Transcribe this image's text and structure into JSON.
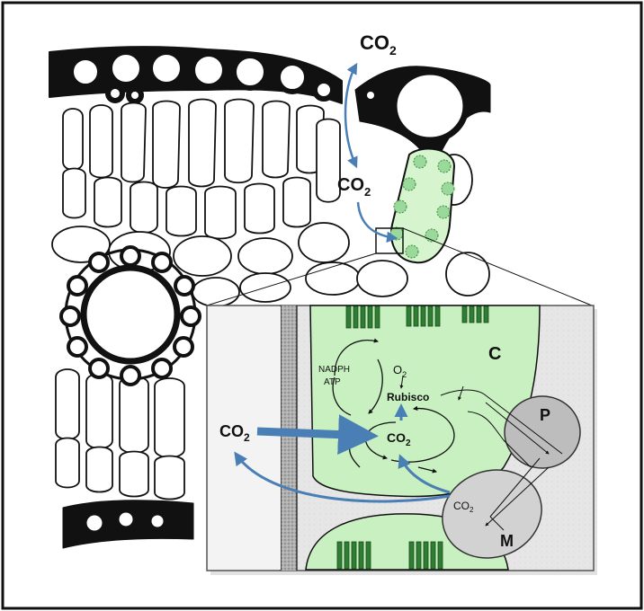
{
  "labels": {
    "co2_top": "CO",
    "co2_top_sub": "2",
    "co2_mid": "CO",
    "co2_mid_sub": "2",
    "co2_left": "CO",
    "co2_left_sub": "2",
    "co2_chloroplast": "CO",
    "co2_chloroplast_sub": "2",
    "co2_mito": "CO",
    "co2_mito_sub": "2",
    "o2": "O",
    "o2_sub": "2",
    "rubisco": "Rubisco",
    "nadph": "NADPH",
    "atp": "ATP",
    "chloroplast_label": "C",
    "peroxisome_label": "P",
    "mitochondrion_label": "M"
  },
  "colors": {
    "arrow_blue": "#4a7fb5",
    "chloroplast_green": "#c8f0c0",
    "thylakoid_green": "#2e7d32",
    "organelle_gray": "#bdbdbd",
    "cell_wall": "#8c8c8c",
    "outline": "#111111"
  }
}
